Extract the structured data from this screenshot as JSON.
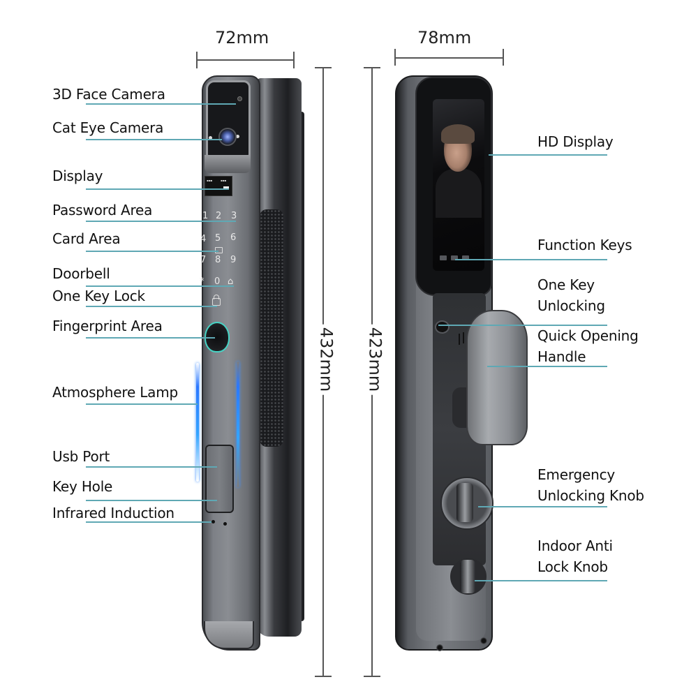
{
  "dimensions": {
    "left_width": "72mm",
    "right_width": "78mm",
    "left_height": "432mm",
    "right_height": "423mm"
  },
  "left_labels": [
    {
      "id": "face-camera",
      "text": "3D Face Camera"
    },
    {
      "id": "cat-eye-camera",
      "text": "Cat Eye Camera"
    },
    {
      "id": "display",
      "text": "Display"
    },
    {
      "id": "password-area",
      "text": "Password Area"
    },
    {
      "id": "card-area",
      "text": "Card Area"
    },
    {
      "id": "doorbell",
      "text": "Doorbell"
    },
    {
      "id": "one-key-lock",
      "text": "One Key Lock"
    },
    {
      "id": "fingerprint-area",
      "text": "Fingerprint Area"
    },
    {
      "id": "atmosphere-lamp",
      "text": "Atmosphere Lamp"
    },
    {
      "id": "usb-port",
      "text": "Usb Port"
    },
    {
      "id": "key-hole",
      "text": "Key Hole"
    },
    {
      "id": "infrared-induction",
      "text": "Infrared Induction"
    }
  ],
  "right_labels": [
    {
      "id": "hd-display",
      "lines": [
        "HD Display"
      ]
    },
    {
      "id": "function-keys",
      "lines": [
        "Function Keys"
      ]
    },
    {
      "id": "one-key-unlocking",
      "lines": [
        "One Key",
        "Unlocking"
      ]
    },
    {
      "id": "quick-opening-handle",
      "lines": [
        "Quick Opening",
        "Handle"
      ]
    },
    {
      "id": "emergency-unlocking-knob",
      "lines": [
        "Emergency",
        "Unlocking Knob"
      ]
    },
    {
      "id": "indoor-anti-lock-knob",
      "lines": [
        "Indoor Anti",
        "Lock Knob"
      ]
    }
  ],
  "keypad": {
    "keys": [
      "1",
      "2",
      "3",
      "4",
      "5",
      "6",
      "7",
      "8",
      "9",
      "*",
      "0",
      "⌂"
    ],
    "lock_glyph": "🔒"
  },
  "colors": {
    "leader_line": "#5fa8b4",
    "dimension_line": "#555555",
    "lock_body": "#7d8086",
    "ambient_lamp": "#2b78ff",
    "fingerprint_ring": "#46d4c5"
  }
}
